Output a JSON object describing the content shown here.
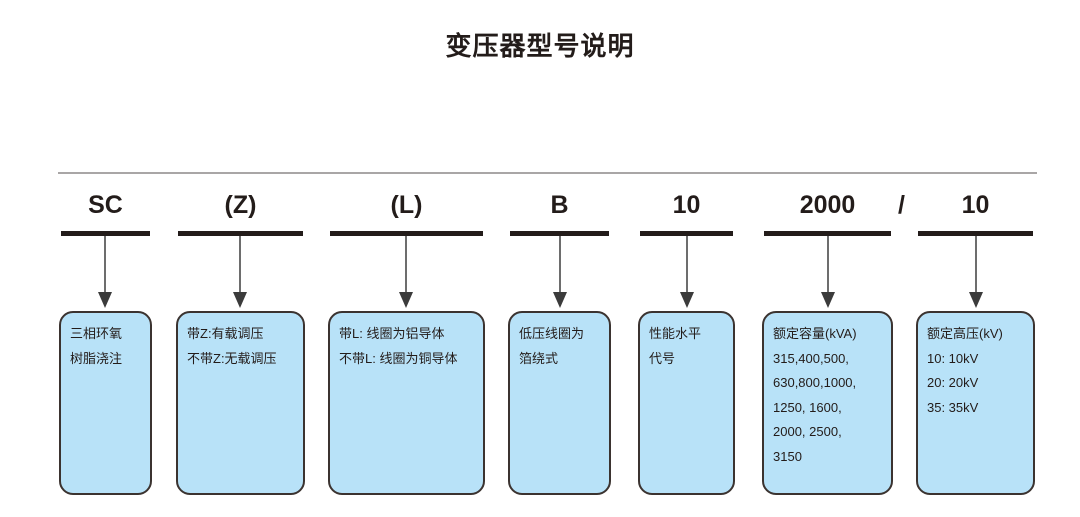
{
  "title": "变压器型号说明",
  "model_string": "SC(Z)(L)B10-2000/10",
  "separator": "/",
  "segments": [
    {
      "code": "SC",
      "box_lines": [
        "三相环氧",
        "树脂浇注"
      ],
      "meaning": "三相环氧树脂浇注"
    },
    {
      "code": "(Z)",
      "box_lines": [
        "带Z:有载调压",
        "不带Z:无载调压"
      ],
      "meaning": "有载调压 / 无载调压"
    },
    {
      "code": "(L)",
      "box_lines": [
        "带L: 线圈为铝导体",
        "不带L: 线圈为铜导体"
      ],
      "meaning": "线圈为铝导体 / 铜导体"
    },
    {
      "code": "B",
      "box_lines": [
        "低压线圈为",
        "箔绕式"
      ],
      "meaning": "低压线圈为箔绕式"
    },
    {
      "code": "10",
      "box_lines": [
        "性能水平",
        "代号"
      ],
      "meaning": "性能水平代号"
    },
    {
      "code": "2000",
      "box_lines": [
        "额定容量(kVA)",
        "315,400,500,",
        "630,800,1000,",
        "1250, 1600,",
        "2000, 2500,",
        "3150"
      ],
      "meaning": "额定容量(kVA)"
    },
    {
      "code": "10",
      "box_lines": [
        "额定高压(kV)",
        "10: 10kV",
        "20: 20kV",
        "35: 35kV"
      ],
      "meaning": "额定高压(kV)"
    }
  ],
  "colors": {
    "box_fill": "#b8e2f8",
    "box_border": "#3b3330",
    "text": "#231c1a",
    "arrow": "#6d6d6d",
    "rule": "#a9a6a6",
    "background": "#ffffff"
  }
}
